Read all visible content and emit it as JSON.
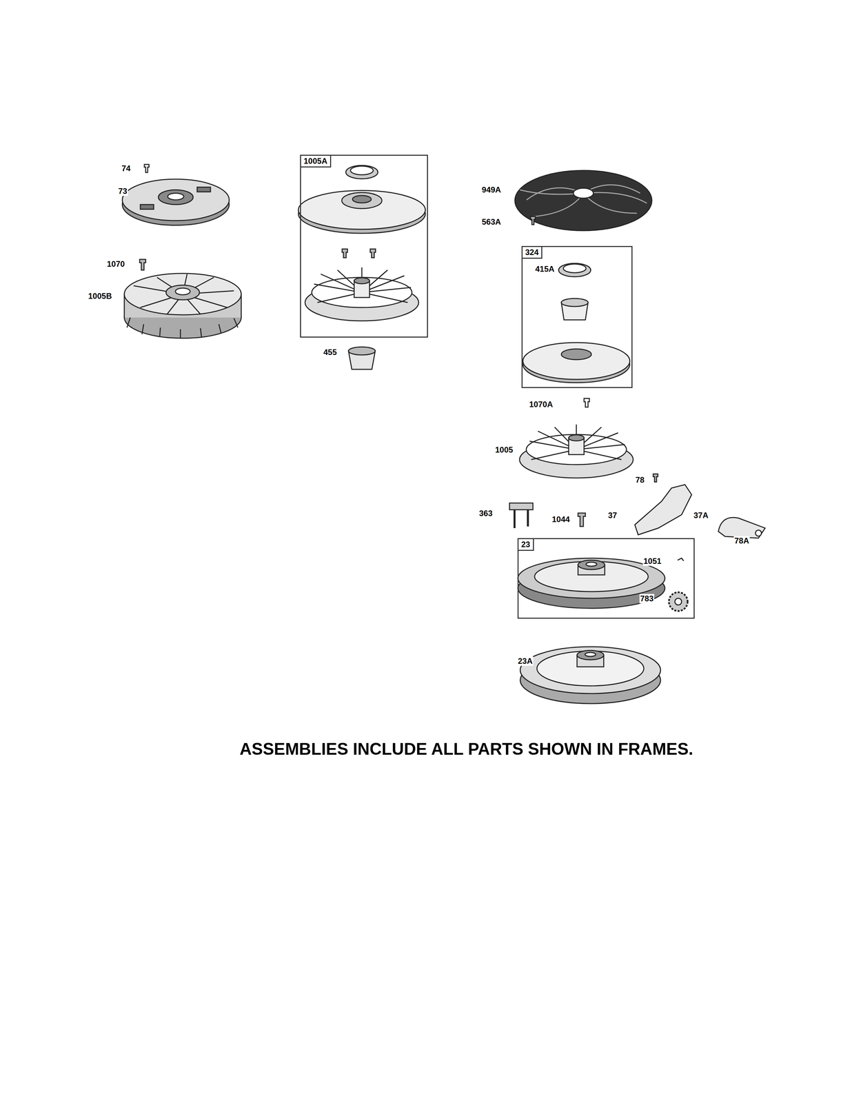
{
  "diagram": {
    "caption": "ASSEMBLIES INCLUDE ALL PARTS SHOWN IN FRAMES.",
    "nodes": [
      {
        "text": [
          "1005A"
        ]
      },
      {
        "text": [
          "324",
          "415A"
        ]
      },
      {
        "text": [
          "23",
          "1051",
          "783"
        ]
      }
    ],
    "labels": [
      "74",
      "73",
      "1070",
      "1005B",
      "455",
      "949A",
      "563A",
      "1070A",
      "1005",
      "78",
      "363",
      "1044",
      "37",
      "37A",
      "78A",
      "23A"
    ]
  }
}
